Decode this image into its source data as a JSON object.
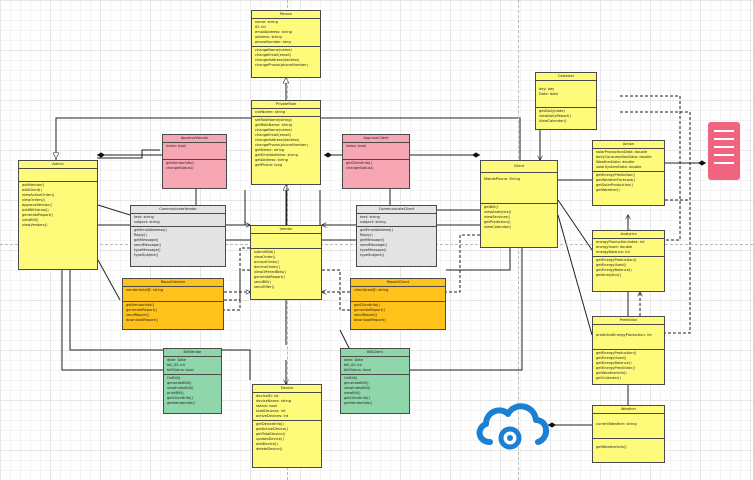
{
  "classes": {
    "person": {
      "title": "Person",
      "fields": [
        "name: string",
        "ID: int",
        "emailAddress: string",
        "address: string",
        "phoneNumber: long"
      ],
      "methods": [
        "changeName(name)",
        "changeEmail(email)",
        "changeAddress(address)",
        "changePhone(phoneNumber)"
      ]
    },
    "privaterole": {
      "title": "PrivateRole",
      "fields": [
        "roleName: string"
      ],
      "methods": [
        "setRoleName(string)",
        "getRoleName: string",
        "changeName(name)",
        "changeEmail(email)",
        "changeAddress(address)",
        "changePhone(phoneNumber)",
        "getName: string",
        "getEmailAddress: string",
        "getAddress: string",
        "getPhone: long"
      ]
    },
    "admin": {
      "title": "Admin",
      "fields": [],
      "methods": [
        "addVendor()",
        "addClient()",
        "viewActiveOrder()",
        "viewOrders()",
        "approveVendor()",
        "addWithdraw()",
        "generateReport()",
        "viewBill()",
        "viewVendors()"
      ]
    },
    "approvevendor": {
      "title": "ApproveVendor",
      "fields": [
        "index: bool"
      ],
      "methods": [
        "getVendorInfo()",
        "changeStatus()"
      ]
    },
    "approveclient": {
      "title": "ApproveClient",
      "fields": [
        "index: bool"
      ],
      "methods": [
        "getClientInfo()",
        "changeStatus()"
      ]
    },
    "commvendor": {
      "title": "CommunicateVendor",
      "fields": [
        "text: string",
        "subject: string"
      ],
      "methods": [
        "getEmailAddress()",
        "Reply()",
        "getMessage()",
        "sendMessage()",
        "typeMessage()",
        "typeSubject()"
      ]
    },
    "commclient": {
      "title": "CommunicateClient",
      "fields": [
        "text: string",
        "subject: string"
      ],
      "methods": [
        "getEmailAddress()",
        "Reply()",
        "getMessage()",
        "sendMessage()",
        "typeMessage()",
        "typeSubject()"
      ]
    },
    "vendor": {
      "title": "Vendor",
      "fields": [],
      "methods": [
        "submitBid()",
        "viewOrder()",
        "acceptOrder()",
        "declineOrder()",
        "viewOfferedBids()",
        "generateReport()",
        "sendBill()",
        "sendOffer()"
      ]
    },
    "client": {
      "title": "Client",
      "fields": [
        "MobilePhone: String"
      ],
      "methods": [
        "getBill()",
        "viewAnalytics()",
        "viewServices()",
        "getPrediction()",
        "viewCalendar()"
      ]
    },
    "reportvendor": {
      "title": "ReportVendor",
      "fields": [
        "vendorArea@: string"
      ],
      "methods": [
        "getVendorInfo()",
        "generateReport()",
        "sendReport()",
        "downloadReport()"
      ]
    },
    "reportclient": {
      "title": "ReportClient",
      "fields": [
        "clientArea@: string"
      ],
      "methods": [
        "getClientInfo()",
        "generateReport()",
        "sendReport()",
        "downloadReport()"
      ]
    },
    "billvendor": {
      "title": "BillVendor",
      "fields": [
        "date: Date",
        "bill_ID: int",
        "billStatus: bool"
      ],
      "methods": [
        "OnBill()",
        "generateBill()",
        "viewIndexBill()",
        "printBill()",
        "getClientInfo()",
        "getVendorInfo()"
      ]
    },
    "billclient": {
      "title": "BillClient",
      "fields": [
        "date: Date",
        "bill_ID: int",
        "billStatus: bool"
      ],
      "methods": [
        "OnBill()",
        "generateBill()",
        "viewIndexBill()",
        "viewBill()",
        "getClientInfo()",
        "getVendorInfo()"
      ]
    },
    "device": {
      "title": "Device",
      "fields": [
        "deviceID: int",
        "deviceName: string",
        "status: bool",
        "totalDevices: int",
        "activeDevices: int"
      ],
      "methods": [
        "getDeviceInfo()",
        "getActiveDevice()",
        "getTotalDevice()",
        "updateDevice()",
        "addDevice()",
        "deleteDevice()"
      ]
    },
    "calendar": {
      "title": "Calendar",
      "fields": [
        "day: day",
        "Date: date"
      ],
      "methods": [
        "getDaily(date)",
        "viewDailyReport()",
        "ViewCalendar()"
      ]
    },
    "action": {
      "title": "Action",
      "fields": [
        "solarProductionData: double",
        "dailyConsumptionData: double",
        "WeatherData: double",
        "solarSystemData: double"
      ],
      "methods": [
        "getEnergyPrediction()",
        "getWeatherForecast()",
        "getSolarProduction()",
        "getWeather()"
      ]
    },
    "analytics": {
      "title": "Analytics",
      "fields": [
        "energyProductionIndex: int",
        "energyUsed: double",
        "energyBalance: int"
      ],
      "methods": [
        "getEnergyProduction()",
        "getEnergyUsed()",
        "getEnergyBalance()",
        "getAnalytics()"
      ]
    },
    "prediction": {
      "title": "Prediction",
      "fields": [
        "predictedEnergyProduction: int"
      ],
      "methods": [
        "getEnergyProduction()",
        "getEnergyUsed()",
        "getEnergyBalance()",
        "getEnergyPrediction()",
        "getWeatherInfo()",
        "getCalendar()"
      ]
    },
    "weather": {
      "title": "Weather",
      "fields": [
        "currentWeather: string"
      ],
      "methods": [
        "getWeatherInfo()"
      ]
    }
  },
  "colors": {
    "class_fill": "#fffb7a",
    "approve_fill": "#f7a6b4",
    "communicate_fill": "#e4e4e4",
    "report_fill": "#ffc21a",
    "bill_fill": "#8fd7aa",
    "cloud_icon": "#1b7fd4",
    "stack_icon": "#f0647f"
  },
  "icons": [
    "cloud-sync-icon",
    "stacked-database-icon"
  ]
}
